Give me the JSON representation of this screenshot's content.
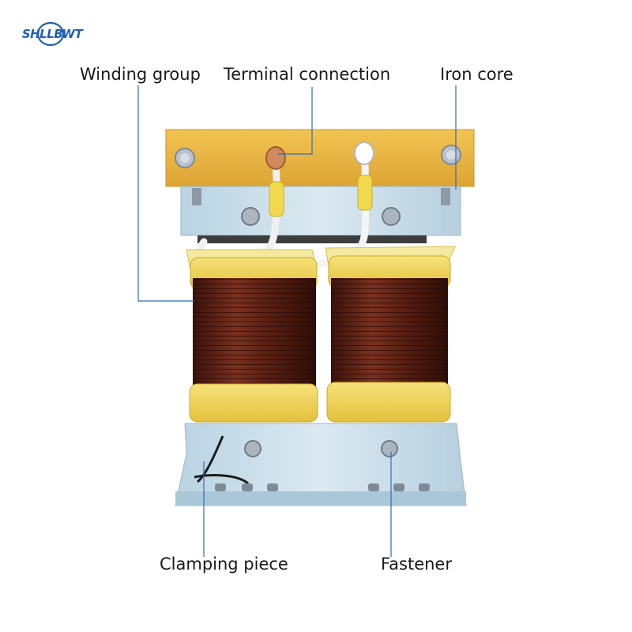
{
  "brand": {
    "logo_text": "SHLLBWT",
    "accent_color": "#1e5fb8"
  },
  "labels": {
    "winding_group": "Winding group",
    "terminal_connection": "Terminal connection",
    "iron_core": "Iron core",
    "clamping_piece": "Clamping piece",
    "fastener": "Fastener"
  },
  "colors": {
    "top_plate": "#e9b53c",
    "bracket": "#c9dde8",
    "coil": "#5a1f14",
    "coil_band": "#f0d35a",
    "leader_line": "#2f6db5"
  }
}
